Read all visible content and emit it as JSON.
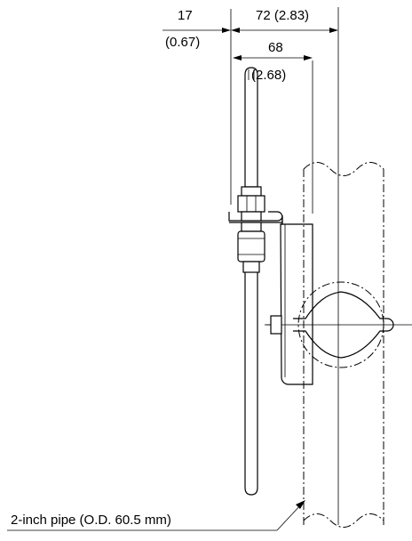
{
  "dimensions": {
    "offset_mm": "17",
    "offset_in": "(0.67)",
    "total_mm_in": "72 (2.83)",
    "probe_mm": "68",
    "probe_in": "(2.68)"
  },
  "callout": {
    "pipe_label": "2-inch pipe (O.D. 60.5 mm)"
  },
  "colors": {
    "line": "#000000",
    "background": "#ffffff"
  }
}
